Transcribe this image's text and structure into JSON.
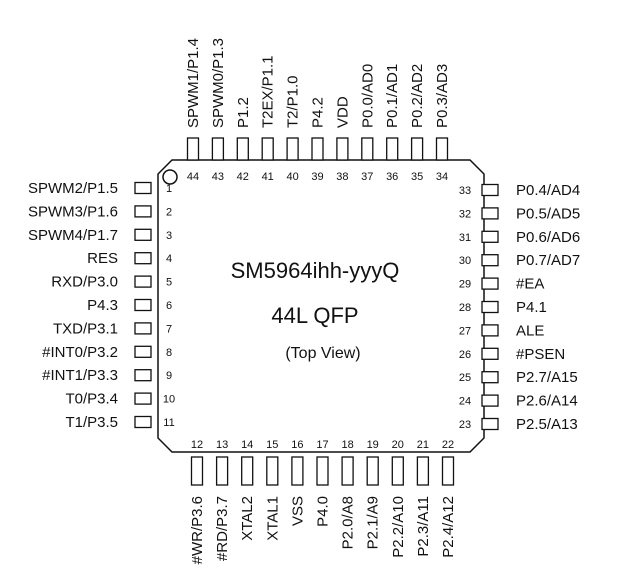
{
  "chip": {
    "part": "SM5964ihh-yyyQ",
    "package": "44L QFP",
    "view": "(Top View)"
  },
  "pins": {
    "left": [
      {
        "num": "1",
        "label": "SPWM2/P1.5"
      },
      {
        "num": "2",
        "label": "SPWM3/P1.6"
      },
      {
        "num": "3",
        "label": "SPWM4/P1.7"
      },
      {
        "num": "4",
        "label": "RES"
      },
      {
        "num": "5",
        "label": "RXD/P3.0"
      },
      {
        "num": "6",
        "label": "P4.3"
      },
      {
        "num": "7",
        "label": "TXD/P3.1"
      },
      {
        "num": "8",
        "label": "#INT0/P3.2"
      },
      {
        "num": "9",
        "label": "#INT1/P3.3"
      },
      {
        "num": "10",
        "label": "T0/P3.4"
      },
      {
        "num": "11",
        "label": "T1/P3.5"
      }
    ],
    "bottom": [
      {
        "num": "12",
        "label": "#WR/P3.6"
      },
      {
        "num": "13",
        "label": "#RD/P3.7"
      },
      {
        "num": "14",
        "label": "XTAL2"
      },
      {
        "num": "15",
        "label": "XTAL1"
      },
      {
        "num": "16",
        "label": "VSS"
      },
      {
        "num": "17",
        "label": "P4.0"
      },
      {
        "num": "18",
        "label": "P2.0/A8"
      },
      {
        "num": "19",
        "label": "P2.1/A9"
      },
      {
        "num": "20",
        "label": "P2.2/A10"
      },
      {
        "num": "21",
        "label": "P2.3/A11"
      },
      {
        "num": "22",
        "label": "P2.4/A12"
      }
    ],
    "right": [
      {
        "num": "33",
        "label": "P0.4/AD4"
      },
      {
        "num": "32",
        "label": "P0.5/AD5"
      },
      {
        "num": "31",
        "label": "P0.6/AD6"
      },
      {
        "num": "30",
        "label": "P0.7/AD7"
      },
      {
        "num": "29",
        "label": "#EA"
      },
      {
        "num": "28",
        "label": "P4.1"
      },
      {
        "num": "27",
        "label": "ALE"
      },
      {
        "num": "26",
        "label": "#PSEN"
      },
      {
        "num": "25",
        "label": "P2.7/A15"
      },
      {
        "num": "24",
        "label": "P2.6/A14"
      },
      {
        "num": "23",
        "label": "P2.5/A13"
      }
    ],
    "top": [
      {
        "num": "44",
        "label": "SPWM1/P1.4"
      },
      {
        "num": "43",
        "label": "SPWM0/P1.3"
      },
      {
        "num": "42",
        "label": "P1.2"
      },
      {
        "num": "41",
        "label": "T2EX/P1.1"
      },
      {
        "num": "40",
        "label": "T2/P1.0"
      },
      {
        "num": "39",
        "label": "P4.2"
      },
      {
        "num": "38",
        "label": "VDD"
      },
      {
        "num": "37",
        "label": "P0.0/AD0"
      },
      {
        "num": "36",
        "label": "P0.1/AD1"
      },
      {
        "num": "35",
        "label": "P0.2/AD2"
      },
      {
        "num": "34",
        "label": "P0.3/AD3"
      }
    ]
  }
}
